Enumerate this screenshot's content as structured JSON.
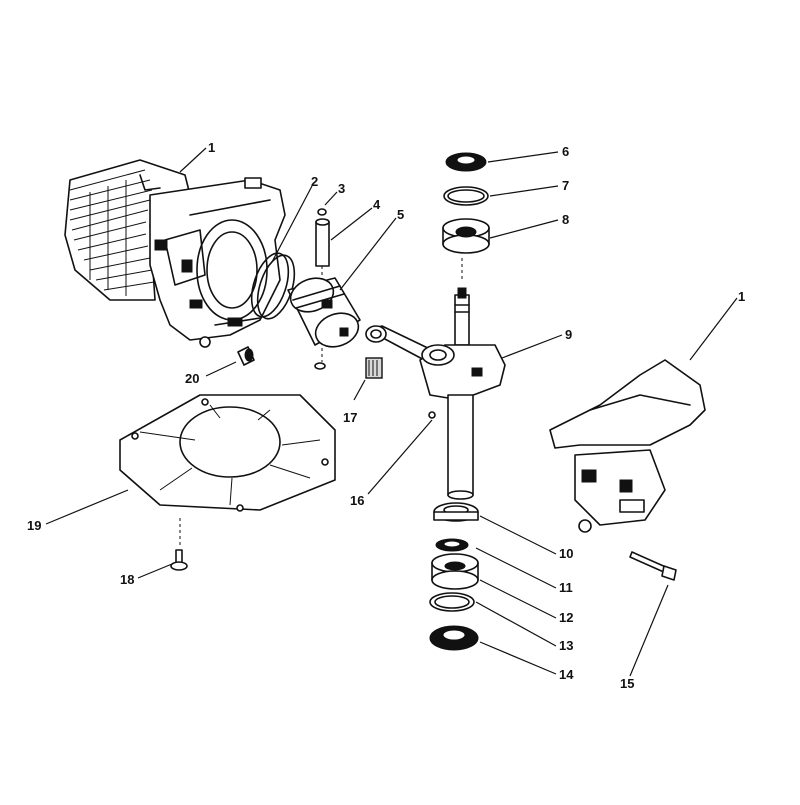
{
  "callouts": [
    {
      "id": "c1a",
      "label": "1"
    },
    {
      "id": "c2",
      "label": "2"
    },
    {
      "id": "c3",
      "label": "3"
    },
    {
      "id": "c4",
      "label": "4"
    },
    {
      "id": "c5",
      "label": "5"
    },
    {
      "id": "c6",
      "label": "6"
    },
    {
      "id": "c7",
      "label": "7"
    },
    {
      "id": "c8",
      "label": "8"
    },
    {
      "id": "c9",
      "label": "9"
    },
    {
      "id": "c1b",
      "label": "1"
    },
    {
      "id": "c10",
      "label": "10"
    },
    {
      "id": "c11",
      "label": "11"
    },
    {
      "id": "c12",
      "label": "12"
    },
    {
      "id": "c13",
      "label": "13"
    },
    {
      "id": "c14",
      "label": "14"
    },
    {
      "id": "c15",
      "label": "15"
    },
    {
      "id": "c16",
      "label": "16"
    },
    {
      "id": "c17",
      "label": "17"
    },
    {
      "id": "c18",
      "label": "18"
    },
    {
      "id": "c19",
      "label": "19"
    },
    {
      "id": "c20",
      "label": "20"
    }
  ]
}
